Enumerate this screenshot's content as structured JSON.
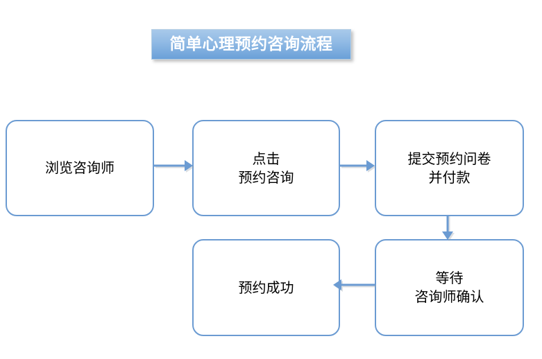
{
  "title": {
    "text": "简单心理预约咨询流程"
  },
  "colors": {
    "node_border": "#6b9bd2",
    "node_fill": "#ffffff",
    "arrow": "#6b9bd2",
    "title_gradient_top": "#a8c9ea",
    "title_gradient_bottom": "#6aa0d8",
    "title_text": "#ffffff",
    "node_text": "#000000",
    "background": "#ffffff"
  },
  "flow": {
    "nodes": [
      {
        "id": "browse-counselor",
        "label": "浏览咨询师"
      },
      {
        "id": "click-book",
        "label": "点击\n预约咨询"
      },
      {
        "id": "submit-form-pay",
        "label": "提交预约问卷\n并付款"
      },
      {
        "id": "wait-confirm",
        "label": "等待\n咨询师确认"
      },
      {
        "id": "booking-success",
        "label": "预约成功"
      }
    ],
    "arrows": [
      {
        "id": "browse-to-click",
        "from": "browse-counselor",
        "to": "click-book",
        "direction": "right"
      },
      {
        "id": "click-to-submit",
        "from": "click-book",
        "to": "submit-form-pay",
        "direction": "right"
      },
      {
        "id": "submit-to-wait",
        "from": "submit-form-pay",
        "to": "wait-confirm",
        "direction": "down"
      },
      {
        "id": "wait-to-success",
        "from": "wait-confirm",
        "to": "booking-success",
        "direction": "left"
      }
    ]
  }
}
